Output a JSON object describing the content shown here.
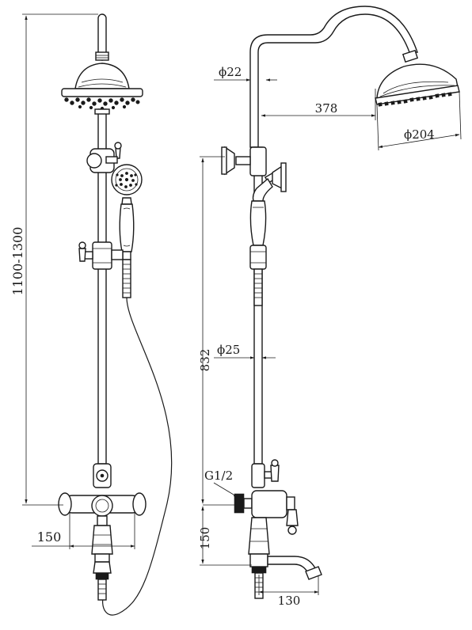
{
  "dimensions": {
    "total_height": "1100-1300",
    "mixer_width": "150",
    "rod_to_spout_height": "832",
    "lower_height": "150",
    "spout_reach": "130",
    "arm_diameter": "ϕ22",
    "arm_reach": "378",
    "head_diameter": "ϕ204",
    "rod_diameter": "ϕ25",
    "inlet_thread": "G1/2"
  }
}
